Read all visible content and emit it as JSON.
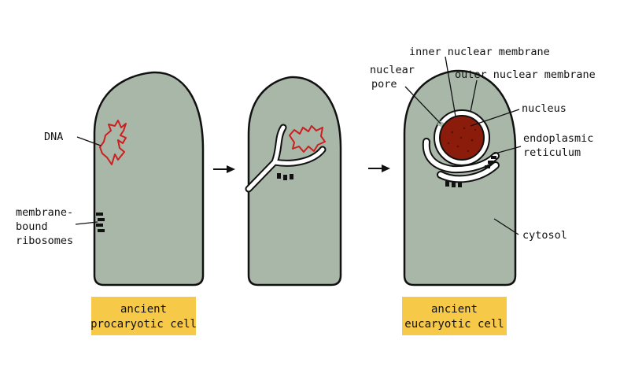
{
  "colors": {
    "cell_fill": "#a9b7a9",
    "outline": "#111111",
    "dna": "#cc1f1f",
    "nucleus": "#8b1c0c",
    "caption_bg": "#f7c948"
  },
  "labels": {
    "dna": "DNA",
    "membrane_bound_line1": "membrane-",
    "membrane_bound_line2": "bound",
    "membrane_bound_line3": "ribosomes",
    "inner_nuclear_membrane": "inner nuclear membrane",
    "nuclear_line1": "nuclear",
    "nuclear_line2": "pore",
    "outer_nuclear_membrane": "outer nuclear membrane",
    "nucleus": "nucleus",
    "er_line1": "endoplasmic",
    "er_line2": "reticulum",
    "cytosol": "cytosol"
  },
  "captions": {
    "procaryotic_line1": "ancient",
    "procaryotic_line2": "procaryotic cell",
    "eucaryotic_line1": "ancient",
    "eucaryotic_line2": "eucaryotic cell"
  },
  "icons": {
    "arrow_1": "right-arrow-icon",
    "arrow_2": "right-arrow-icon"
  }
}
